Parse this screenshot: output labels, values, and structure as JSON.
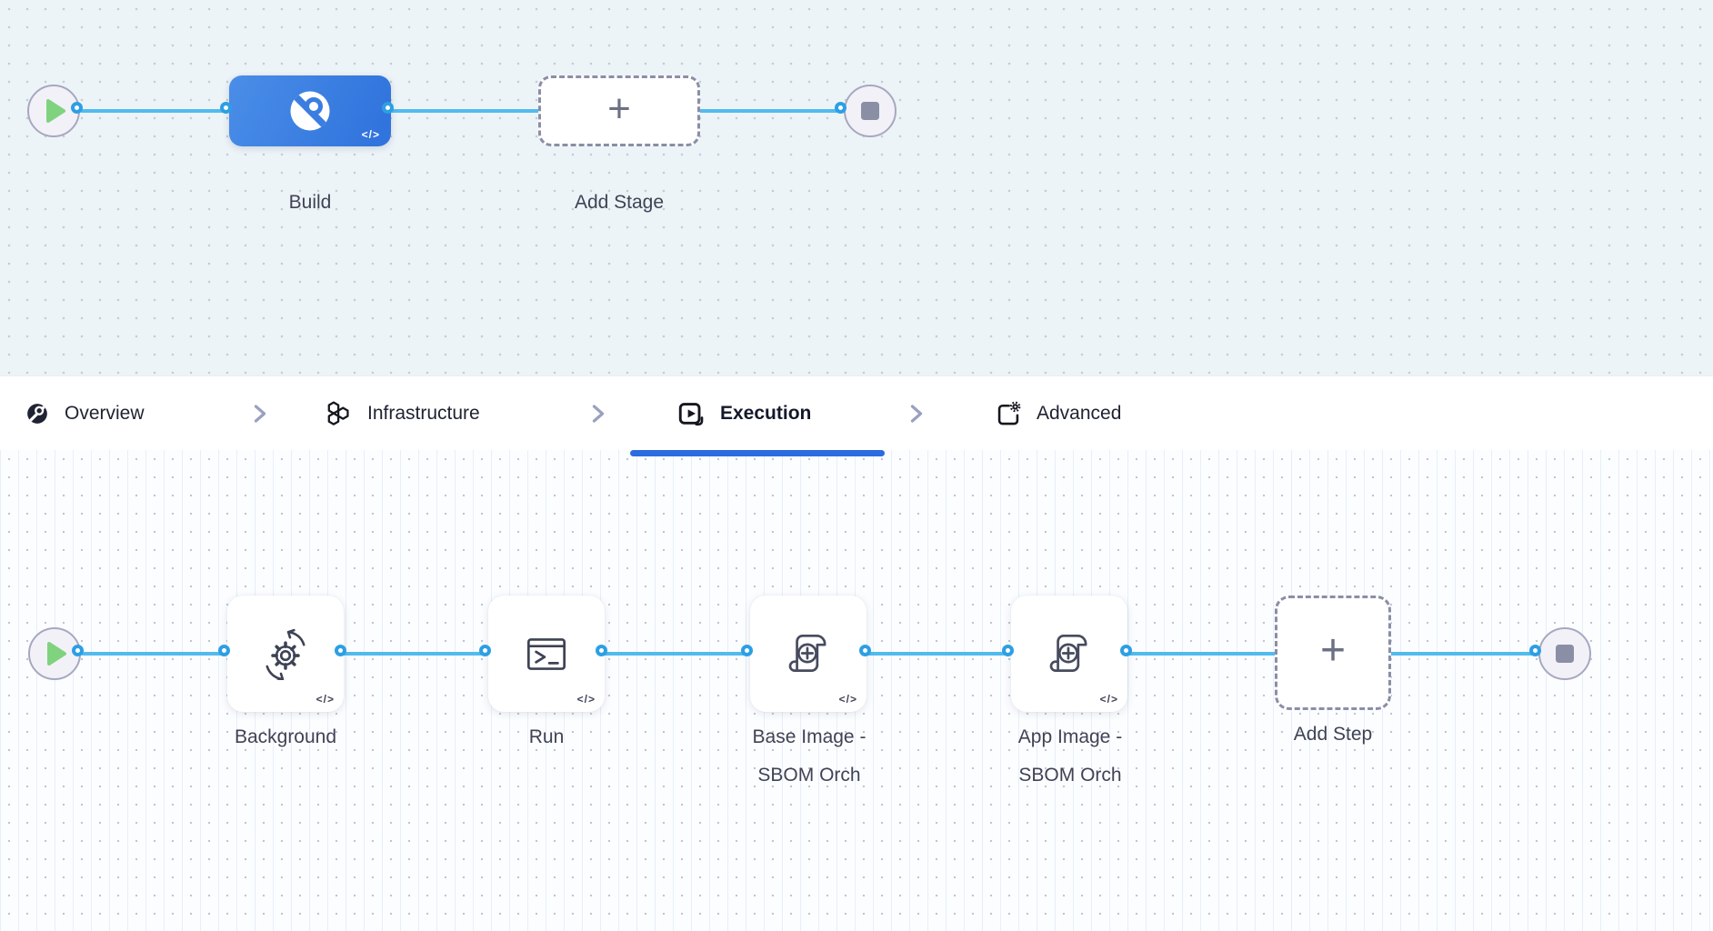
{
  "stage_canvas": {
    "build_label": "Build",
    "add_stage_label": "Add Stage",
    "plus": "+",
    "code_badge": "</>"
  },
  "tab_bar": {
    "tabs": [
      {
        "label": "Overview",
        "active": false
      },
      {
        "label": "Infrastructure",
        "active": false
      },
      {
        "label": "Execution",
        "active": true
      },
      {
        "label": "Advanced",
        "active": false
      }
    ]
  },
  "step_canvas": {
    "steps": [
      {
        "label_lines": [
          "Background"
        ]
      },
      {
        "label_lines": [
          "Run"
        ]
      },
      {
        "label_lines": [
          "Base Image -",
          "SBOM Orch"
        ]
      },
      {
        "label_lines": [
          "App Image -",
          "SBOM Orch"
        ]
      }
    ],
    "add_step_label": "Add Step",
    "plus": "+",
    "code_badge": "</>"
  },
  "colors": {
    "edge_blue": "#52bbee",
    "connector_blue": "#2d9fe4",
    "stage_blue_start": "#4a8ee8",
    "stage_blue_end": "#3174dd",
    "active_tab_underline": "#2b6ce0",
    "play_green": "#7fd37f",
    "canvas_top_bg": "#edf4f8",
    "canvas_bottom_bg": "#fcfdff"
  }
}
